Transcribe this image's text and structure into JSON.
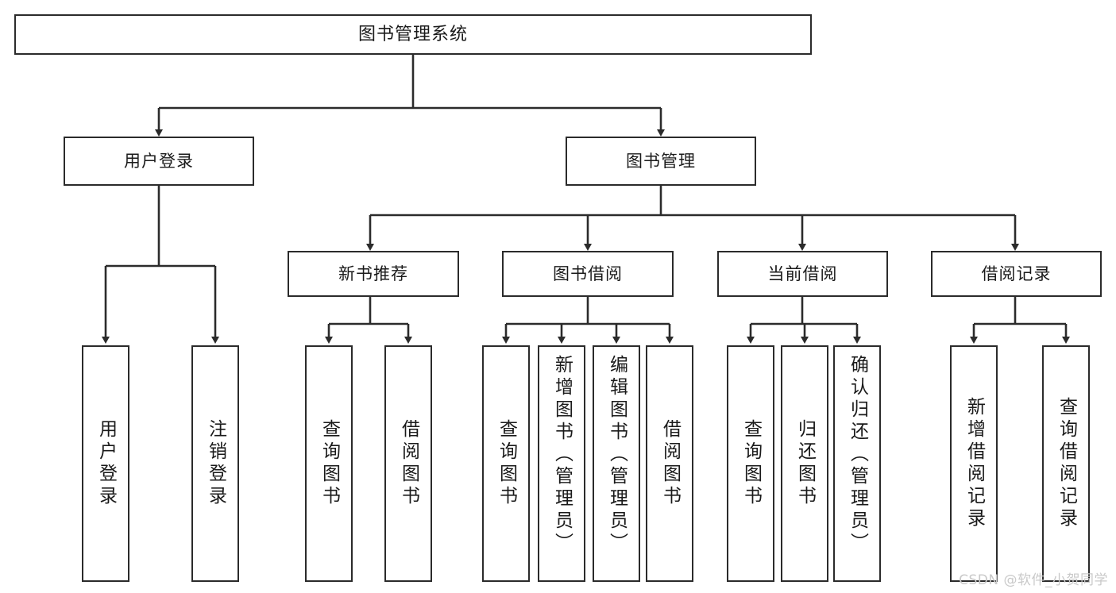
{
  "diagram": {
    "title": "图书管理系统",
    "type": "tree",
    "line_color": "#2b2b2b",
    "box_fill": "#ffffff",
    "text_color": "#1a1a1a"
  },
  "nodes": {
    "root": {
      "label": "图书管理系统"
    },
    "level2": [
      {
        "label": "用户登录"
      },
      {
        "label": "图书管理"
      }
    ],
    "level3": [
      {
        "label": "新书推荐"
      },
      {
        "label": "图书借阅"
      },
      {
        "label": "当前借阅"
      },
      {
        "label": "借阅记录"
      }
    ],
    "leaves": {
      "user_login": [
        {
          "label": "用户登录"
        },
        {
          "label": "注销登录"
        }
      ],
      "new_book": [
        {
          "label": "查询图书"
        },
        {
          "label": "借阅图书"
        }
      ],
      "book_borrow": [
        {
          "label": "查询图书"
        },
        {
          "label": "新增图书（管理员）"
        },
        {
          "label": "编辑图书（管理员）"
        },
        {
          "label": "借阅图书"
        }
      ],
      "current_borrow": [
        {
          "label": "查询图书"
        },
        {
          "label": "归还图书"
        },
        {
          "label": "确认归还（管理员）"
        }
      ],
      "borrow_record": [
        {
          "label": "新增借阅记录"
        },
        {
          "label": "查询借阅记录"
        }
      ]
    }
  },
  "watermark": {
    "text": "CSDN @软件_小贺同学",
    "color": "#c9c9c9"
  }
}
